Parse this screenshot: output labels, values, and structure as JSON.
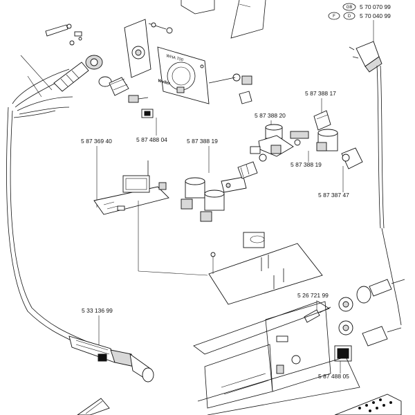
{
  "part_numbers": {
    "gb": {
      "badge": "GB",
      "number": "5 70 070 99"
    },
    "f": {
      "badge": "F",
      "number": ""
    },
    "d": {
      "badge": "D",
      "number": "5 70 040 99"
    },
    "cover_plate": "5 87 488 04",
    "pcb": "5 87 369 40",
    "valve_left": "5 87 388 19",
    "pressure_regulator": "5 87 388 20",
    "valve_fitting_top": "5 87 388 17",
    "valve_right": "5 87 388 19",
    "valve_right_fitting": "5 87 387 47",
    "hot_air_pencil": "5 33 136 99",
    "fuse_holder": "5 26 721 99",
    "power_socket": "5 87 488 05"
  },
  "panel_labels": {
    "model": "WHA 700",
    "brand": "Weller"
  }
}
